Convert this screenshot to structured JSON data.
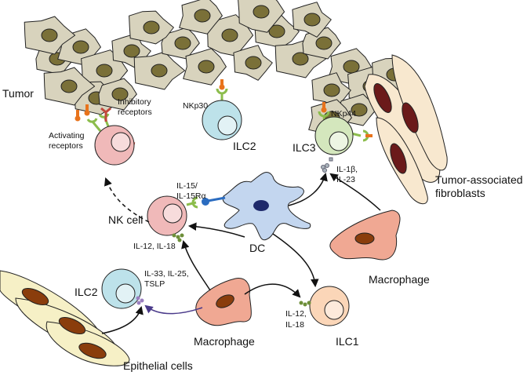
{
  "labels": {
    "tumor": "Tumor",
    "activating": [
      "Activating",
      "receptors"
    ],
    "inhibitory": [
      "Inhibitory",
      "receptors"
    ],
    "nkp30": "NKp30",
    "ilc2_top": "ILC2",
    "ilc3": "ILC3",
    "nkp44": "NKp44",
    "il1b": [
      "IL-1β,",
      "IL-23"
    ],
    "fibroblasts": [
      "Tumor-associated",
      "fibroblasts"
    ],
    "nk_cell": "NK cell",
    "il15": [
      "IL-15/",
      "IL-15Rα"
    ],
    "il12_18_nk": "IL-12, IL-18",
    "dc": "DC",
    "macrophage_right": "Macrophage",
    "ilc2_bottom": "ILC2",
    "il33": [
      "IL-33, IL-25,",
      "TSLP"
    ],
    "macrophage_bottom": "Macrophage",
    "il12_18_ilc1": [
      "IL-12,",
      "IL-18"
    ],
    "ilc1": "ILC1",
    "epithelial": "Epithelial cells"
  },
  "colors": {
    "tumor_cell": "#d8d3bd",
    "tumor_nucleus": "#7a7038",
    "nk": "#f0b9b9",
    "ilc2": "#bde2ea",
    "ilc3": "#d4e7bd",
    "ilc1": "#fbd6b8",
    "dc": "#c3d6ef",
    "macrophage": "#f0a893",
    "fibroblast": "#f8e8cf",
    "fibroblast_nucleus": "#6b1a1a",
    "epithelial": "#f6f0c6",
    "epithelial_nucleus": "#8a3d0c",
    "activating_receptor": "#8cbd4c",
    "inhibitory_receptor": "#c2483b",
    "ligand": "#e8731c"
  }
}
